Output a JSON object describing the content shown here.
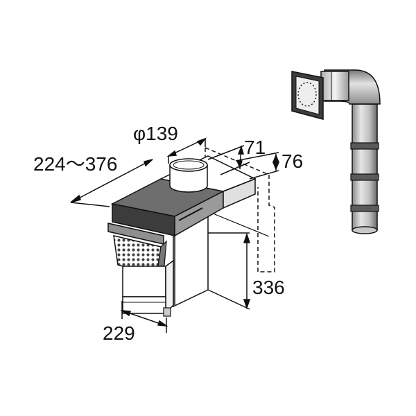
{
  "dimensions": {
    "diameter": "φ139",
    "depth_range": "224～376",
    "offset_a": "71",
    "offset_b": "76",
    "height": "336",
    "width": "229"
  },
  "colors": {
    "line": "#111111",
    "box_top": "#6e6e6e",
    "box_front": "#3c3c3c",
    "box_side": "#9a9a9a",
    "duct_light": "#d0d0d0",
    "duct_dark": "#555555",
    "filter_mesh": "#8a8a8a"
  }
}
